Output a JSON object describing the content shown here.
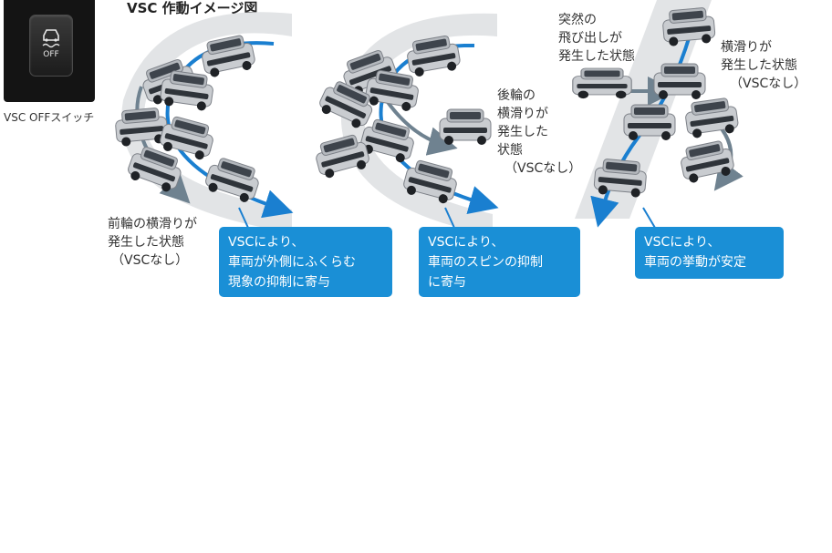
{
  "title": "VSC 作動イメージ図",
  "switch": {
    "button_text": "OFF",
    "caption": "VSC OFFスイッチ"
  },
  "panels": [
    {
      "note_lines": [
        "前輪の横滑りが",
        "発生した状態",
        "（VSCなし）"
      ],
      "callout_lines": [
        "VSCにより、",
        "車両が外側にふくらむ",
        "現象の抑制に寄与"
      ]
    },
    {
      "note_lines": [
        "後輪の",
        "横滑りが",
        "発生した",
        "状態",
        "（VSCなし）"
      ],
      "callout_lines": [
        "VSCにより、",
        "車両のスピンの抑制",
        "に寄与"
      ]
    },
    {
      "note_lines": [
        "突然の",
        "飛び出しが",
        "発生した状態"
      ],
      "note2_lines": [
        "横滑りが",
        "発生した状態",
        "（VSCなし）"
      ],
      "callout_lines": [
        "VSCにより、",
        "車両の挙動が安定"
      ]
    }
  ],
  "colors": {
    "callout_bg": "#1a8fd6",
    "arrow_blue": "#1a7fd0",
    "arrow_gray": "#6f8290",
    "road": "#e2e4e6",
    "car_silver": "#c9ccd0",
    "car_dark": "#8a8f96"
  }
}
